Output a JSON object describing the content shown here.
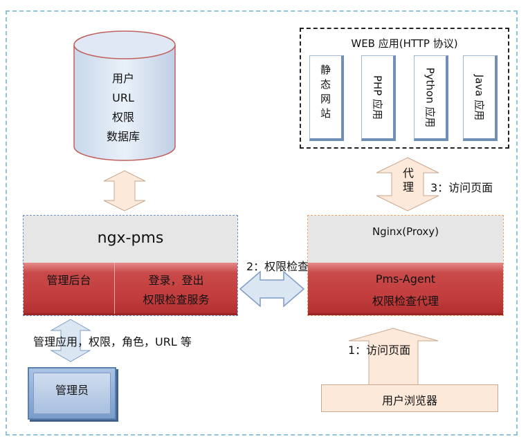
{
  "web": {
    "title": "WEB  应用(HTTP 协议)",
    "apps": [
      "静态网站",
      "PHP 应用",
      "Python 应用",
      "Java 应用"
    ]
  },
  "database": {
    "lines": [
      "用户",
      "URL",
      "权限",
      "数据库"
    ]
  },
  "pms": {
    "title": "ngx-pms",
    "left": "管理后台",
    "right_line1": "登录，登出",
    "right_line2": "权限检查服务"
  },
  "nginx": {
    "title": "Nginx(Proxy)",
    "line1": "Pms-Agent",
    "line2": "权限检查代理"
  },
  "proxy_label": "代理",
  "labels": {
    "step3": "3：访问页面",
    "step2": "2：权限检查",
    "step1": "1：访问页面",
    "admin_actions": "管理应用，权限，角色，URL 等"
  },
  "admin": "管理员",
  "browser": "用户浏览器"
}
